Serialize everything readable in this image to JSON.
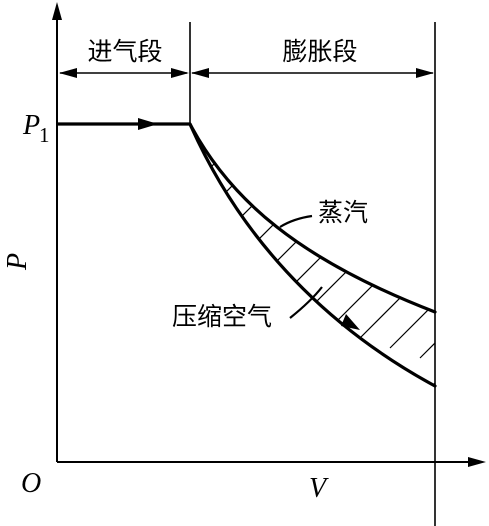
{
  "diagram": {
    "labels": {
      "intake_segment": "进气段",
      "expansion_segment": "膨胀段",
      "pressure_p1": "P",
      "pressure_p1_sub": "1",
      "axis_pressure": "P",
      "axis_volume": "V",
      "origin": "O",
      "steam_curve": "蒸汽",
      "compressed_air_curve": "压缩空气"
    },
    "colors": {
      "ink": "#000000",
      "background": "#ffffff"
    }
  }
}
